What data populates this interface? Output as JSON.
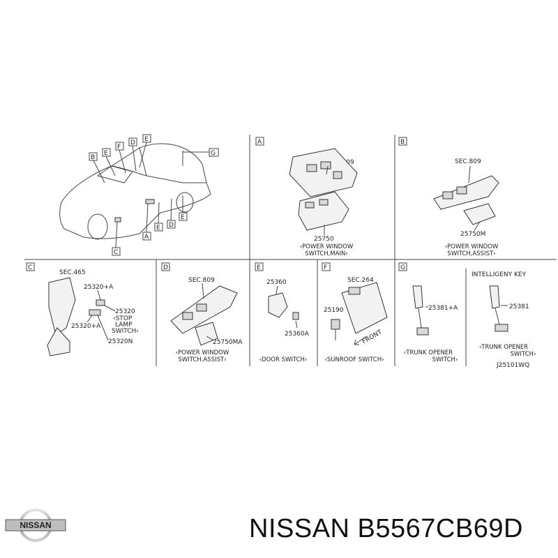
{
  "overview": {
    "callouts": [
      "B",
      "E",
      "F",
      "D",
      "E",
      "G",
      "A",
      "E",
      "D",
      "E",
      "C"
    ]
  },
  "panels": [
    {
      "id": "A",
      "sec": "SEC.809",
      "part": "25750",
      "caption1": "‹POWER WINDOW",
      "caption2": "SWITCH,MAIN›"
    },
    {
      "id": "B",
      "sec": "SEC.809",
      "part": "25750M",
      "caption1": "‹POWER WINDOW",
      "caption2": "SWITCH,ASSIST›"
    },
    {
      "id": "C",
      "sec": "SEC.465",
      "part1": "25320+A",
      "part2": "25320",
      "part3": "25320+A",
      "part4": "25320N",
      "note1": "‹STOP",
      "note2": "LAMP",
      "note3": "SWITCH›"
    },
    {
      "id": "D",
      "sec": "SEC.809",
      "part": "25750MA",
      "caption1": "‹POWER WINDOW",
      "caption2": "SWITCH,ASSIST›"
    },
    {
      "id": "E",
      "part1": "25360",
      "part2": "25360A",
      "caption1": "‹DOOR SWITCH›"
    },
    {
      "id": "F",
      "sec": "SEC.264",
      "part": "25190",
      "front": "FRONT",
      "caption1": "‹SUNROOF SWITCH›"
    },
    {
      "id": "G",
      "part": "25381+A",
      "caption1": "‹TRUNK OPENER",
      "caption2": "SWITCH›"
    },
    {
      "id": "G2",
      "header": "INTELLIGENY KEY",
      "part": "25381",
      "caption1": "‹TRUNK OPENER",
      "caption2": "SWITCH›",
      "code": "J25101WQ"
    }
  ],
  "footer": {
    "brand_logo_text": "NISSAN",
    "part_number": "NISSAN B5567CB69D"
  }
}
